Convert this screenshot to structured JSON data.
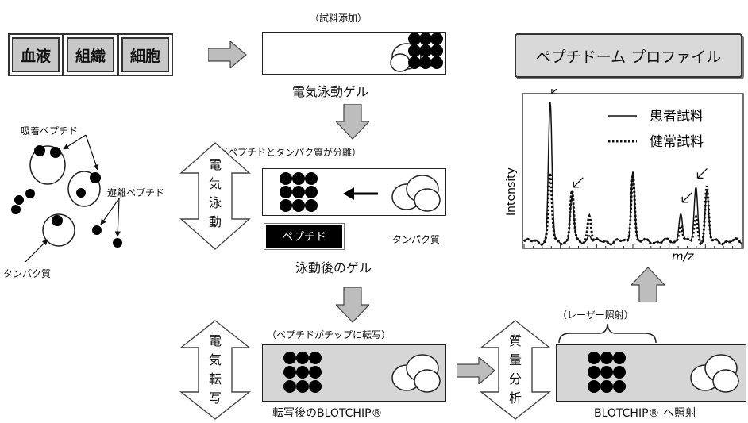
{
  "samples": [
    "血液",
    "組織",
    "細胞"
  ],
  "labels": {
    "sample_add": "（試料添加）",
    "gel1": "電気泳動ゲル",
    "separation": "（ペプチドとタンパク質が分離）",
    "electrophoresis_v": [
      "電",
      "気",
      "泳",
      "動"
    ],
    "peptide_tag": "ペプチド",
    "protein": "タンパク質",
    "gel2": "泳動後のゲル",
    "transfer_note": "（ペプチドがチップに転写）",
    "transfer_v": [
      "電",
      "気",
      "転",
      "写"
    ],
    "chip1": "転写後のBLOTCHIP®",
    "mass_v": [
      "質",
      "量",
      "分",
      "析"
    ],
    "laser": "（レーザー照射）",
    "chip2": "BLOTCHIP®  へ照射",
    "adsorbed": "吸着ペプチド",
    "free": "遊離ペプチド",
    "protein_left": "タンパク質",
    "profile": "ペプチドーム プロファイル"
  },
  "chart_data": {
    "type": "line",
    "xlabel": "m/z",
    "ylabel": "Intensity",
    "series": [
      {
        "name": "患者試料",
        "style": "solid"
      },
      {
        "name": "健常試料",
        "style": "dotted"
      }
    ],
    "peaks": [
      {
        "x": 0.12,
        "patient": 0.92,
        "healthy": 0.45
      },
      {
        "x": 0.22,
        "patient": 0.3,
        "healthy": 0.34
      },
      {
        "x": 0.3,
        "patient": 0.05,
        "healthy": 0.18
      },
      {
        "x": 0.5,
        "patient": 0.48,
        "healthy": 0.46
      },
      {
        "x": 0.72,
        "patient": 0.2,
        "healthy": 0.12
      },
      {
        "x": 0.79,
        "patient": 0.36,
        "healthy": 0.16
      },
      {
        "x": 0.84,
        "patient": 0.33,
        "healthy": 0.36
      }
    ]
  }
}
